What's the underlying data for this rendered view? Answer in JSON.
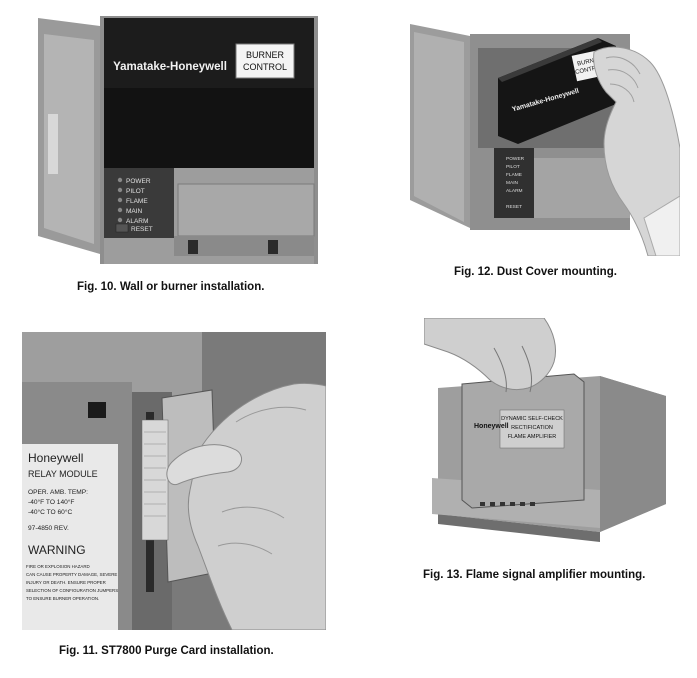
{
  "figures": [
    {
      "caption": "Fig. 10. Wall or burner installation.",
      "labels": {
        "brand": "Yamatake-Honeywell",
        "control_line1": "BURNER",
        "control_line2": "CONTROL",
        "leds": [
          "POWER",
          "PILOT",
          "FLAME",
          "MAIN",
          "ALARM"
        ],
        "reset": "RESET"
      }
    },
    {
      "caption": "Fig. 12. Dust Cover mounting.",
      "labels": {
        "brand": "Yamatake-Honeywell",
        "control_line1": "BURNER",
        "control_line2": "CONTROL",
        "leds": [
          "POWER",
          "PILOT",
          "FLAME",
          "MAIN",
          "ALARM"
        ],
        "reset": "RESET"
      }
    },
    {
      "caption": "Fig. 11. ST7800 Purge Card installation.",
      "labels": {
        "brand": "Honeywell",
        "module": "RELAY MODULE",
        "temp1": "OPER. AMB. TEMP:",
        "temp2": "-40°F TO 140°F",
        "temp3": "-40°C TO 60°C",
        "rev": "97-4850 REV.",
        "warning": "WARNING",
        "warn1": "FIRE OR EXPLOSION HAZARD",
        "warn2": "CAN CAUSE PROPERTY DAMAGE, SEVERE",
        "warn3": "INJURY OR DEATH. ENSURE PROPER",
        "warn4": "SELECTION OF CONFIGURATION JUMPERS",
        "warn5": "TO ENSURE BURNER OPERATION."
      }
    },
    {
      "caption": "Fig. 13. Flame signal amplifier mounting.",
      "labels": {
        "brand": "Honeywell",
        "amp1": "DYNAMIC SELF-CHECK",
        "amp2": "RECTIFICATION",
        "amp3": "FLAME AMPLIFIER"
      }
    }
  ]
}
